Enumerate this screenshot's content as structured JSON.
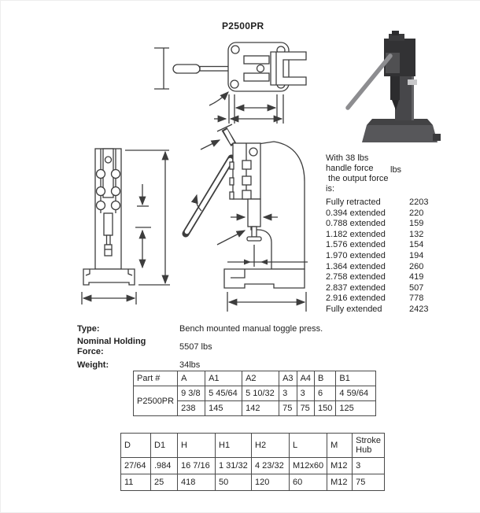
{
  "title": "P2500PR",
  "force_table": {
    "intro_line1": "With 38 lbs",
    "intro_line2": "handle force",
    "intro_line3": " the output force",
    "intro_line4": "is:",
    "unit": "lbs",
    "rows": [
      {
        "label": "Fully retracted",
        "value": "2203"
      },
      {
        "label": "0.394 extended",
        "value": "220"
      },
      {
        "label": "0.788 extended",
        "value": "159"
      },
      {
        "label": "1.182 extended",
        "value": "132"
      },
      {
        "label": "1.576 extended",
        "value": "154"
      },
      {
        "label": "1.970 extended",
        "value": "194"
      },
      {
        "label": "1.364 extended",
        "value": "260"
      },
      {
        "label": "2.758 extended",
        "value": "419"
      },
      {
        "label": "2.837 extended",
        "value": "507"
      },
      {
        "label": "2.916 extended",
        "value": "778"
      },
      {
        "label": "Fully extended",
        "value": "2423"
      }
    ]
  },
  "specs": {
    "type_label": "Type:",
    "type_value": "Bench mounted manual toggle press.",
    "holding_label_line1": "Nominal Holding",
    "holding_label_line2": "Force:",
    "holding_value": "5507 lbs",
    "weight_label": "Weight:",
    "weight_value": "34lbs"
  },
  "dim_table1": {
    "headers": [
      "Part #",
      "A",
      "A1",
      "A2",
      "A3",
      "A4",
      "B",
      "B1"
    ],
    "part_number": "P2500PR",
    "row_inch": [
      "9 3/8",
      "5 45/64",
      "5 10/32",
      "3",
      "3",
      "6",
      "4 59/64"
    ],
    "row_mm": [
      "238",
      "145",
      "142",
      "75",
      "75",
      "150",
      "125"
    ]
  },
  "dim_table2": {
    "headers": [
      "D",
      "D1",
      "H",
      "H1",
      "H2",
      "L",
      "M",
      "Stroke Hub"
    ],
    "row_inch": [
      "27/64",
      ".984",
      "16 7/16",
      "1 31/32",
      "4 23/32",
      "M12x60",
      "M12",
      "3"
    ],
    "row_mm": [
      "11",
      "25",
      "418",
      "50",
      "120",
      "60",
      "M12",
      "75"
    ]
  },
  "colors": {
    "drawing_line": "#3d3d3d",
    "photo_dark": "#323234",
    "photo_body": "#47474a",
    "photo_base": "#57575a",
    "photo_handle": "#8d8d90",
    "text": "#1f1f1f"
  }
}
